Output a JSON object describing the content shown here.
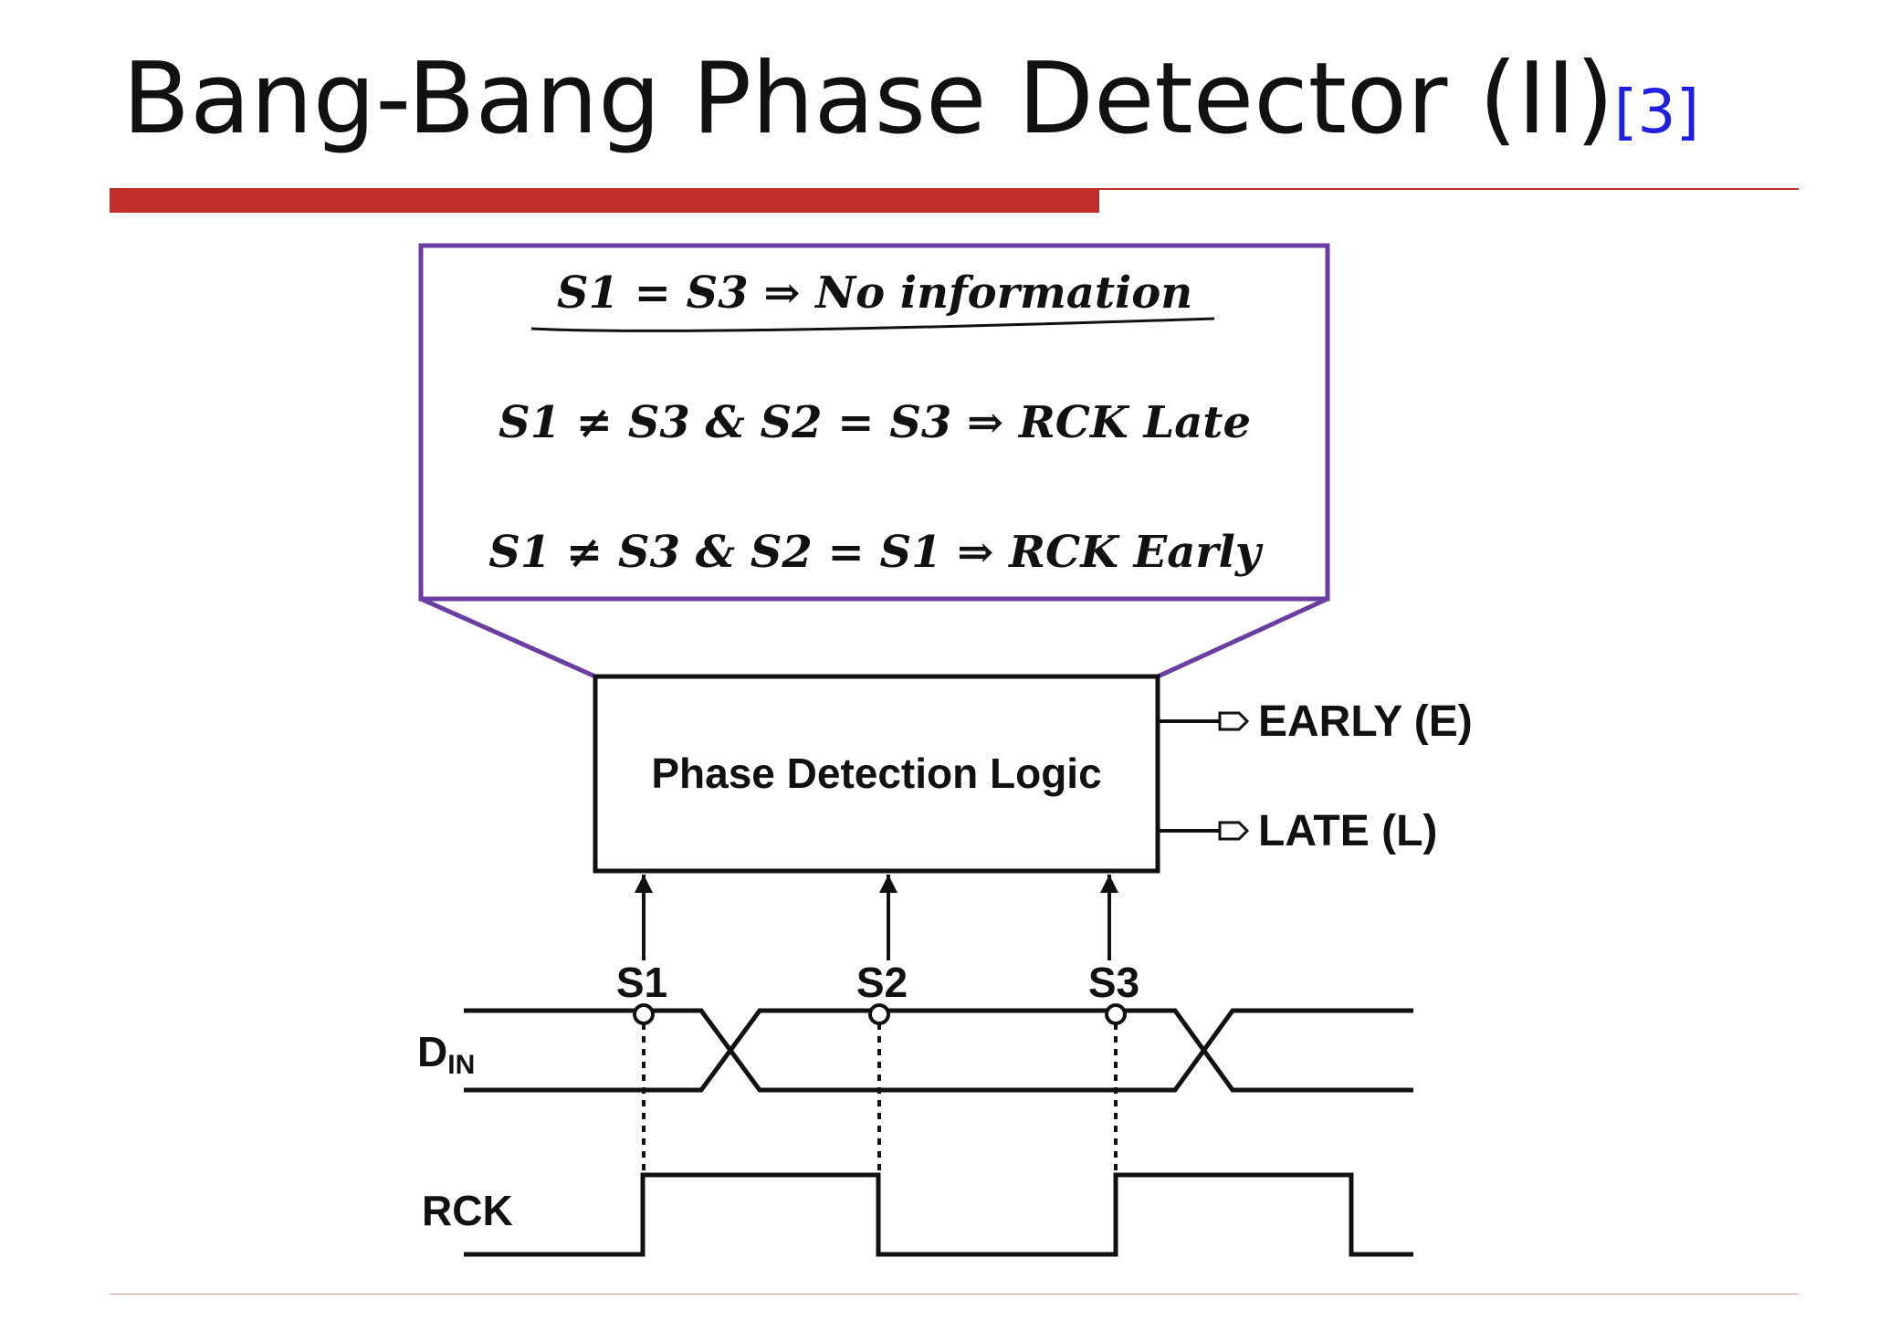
{
  "slide": {
    "title": "Bang-Bang Phase Detector (II)",
    "title_reference": "[3]",
    "accent_color": "#c0302a",
    "reference_color": "#1f1fe0"
  },
  "conditions": {
    "border_color": "#6a3ea1",
    "rows": [
      "S1 = S3  ⇒ No information",
      "S1 ≠ S3 & S2 = S3 ⇒ RCK Late",
      "S1 ≠ S3 & S2 = S1 ⇒ RCK Early"
    ]
  },
  "logic_block": {
    "label": "Phase Detection Logic",
    "outputs": [
      "EARLY (E)",
      "LATE (L)"
    ]
  },
  "samples": [
    "S1",
    "S2",
    "S3"
  ],
  "signals": {
    "data_main": "D",
    "data_subscript": "IN",
    "clock": "RCK"
  }
}
